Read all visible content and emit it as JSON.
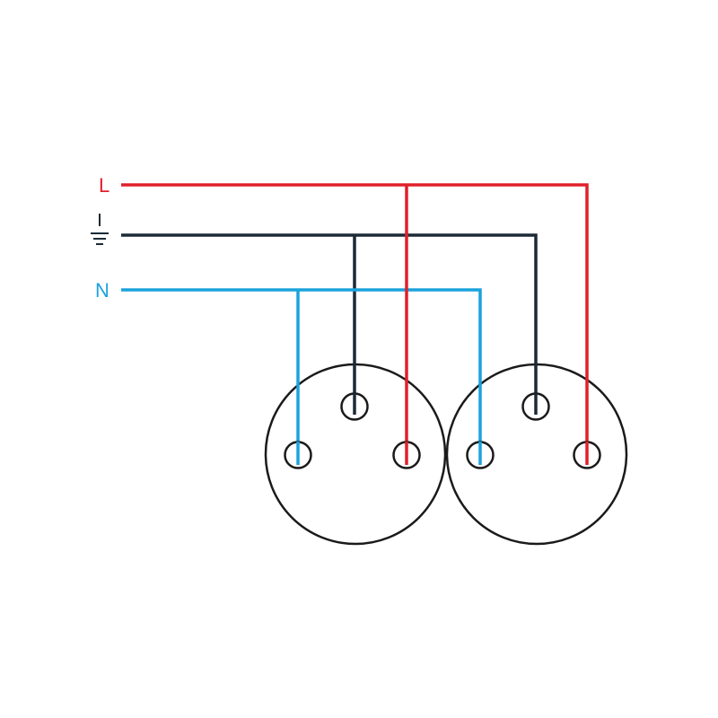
{
  "colors": {
    "live": "#e0202a",
    "earth": "#1b2a36",
    "neutral": "#1aa3dc",
    "outline": "#1a1a1a"
  },
  "labels": {
    "live": "L",
    "neutral": "N",
    "earth_icon": "ground-symbol"
  },
  "sockets": [
    {
      "name": "socket-left",
      "pins": [
        "neutral",
        "earth",
        "live"
      ]
    },
    {
      "name": "socket-right",
      "pins": [
        "neutral",
        "earth",
        "live"
      ]
    }
  ]
}
